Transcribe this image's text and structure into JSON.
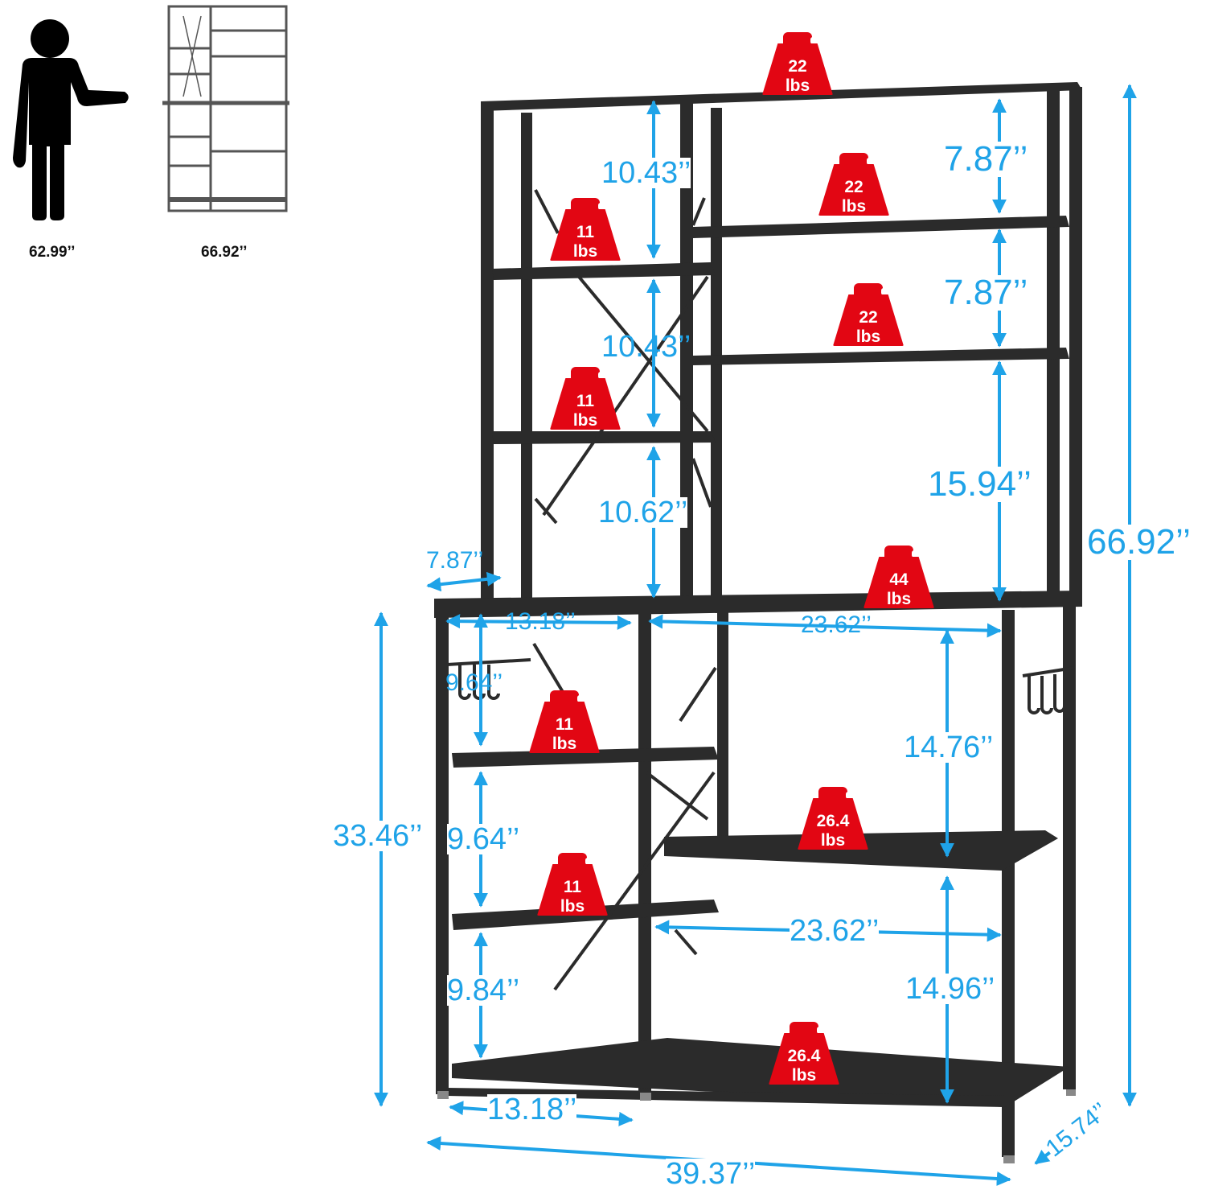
{
  "comparison": {
    "person_height": "62.99’’",
    "shelf_height": "66.92’’",
    "person_icon": "person-silhouette-icon",
    "shelf_icon": "shelf-thumbnail-icon"
  },
  "colors": {
    "frame": "#2b2b2b",
    "dimension": "#1fa3e8",
    "weight_badge": "#e20613"
  },
  "dimensions": {
    "top_left_1": "10.43’’",
    "top_left_2": "10.43’’",
    "top_left_3": "10.62’’",
    "top_right_1": "7.87’’",
    "top_right_2": "7.87’’",
    "top_right_3": "15.94’’",
    "total_height": "66.92’’",
    "hutch_depth": "7.87’’",
    "counter_left_width": "13.18’’",
    "counter_right_width": "23.62’’",
    "lower_left_1": "9.64’’",
    "lower_left_2": "9.64’’",
    "lower_left_3": "9.84’’",
    "lower_right_1": "14.76’’",
    "lower_right_2": "14.96’’",
    "lower_mid_width": "23.62’’",
    "base_height": "33.46’’",
    "bottom_left_width": "13.18’’",
    "total_width": "39.37’’",
    "total_depth": "15.74’’"
  },
  "weights": {
    "unit": "lbs",
    "top": "22",
    "right_1": "22",
    "right_2": "22",
    "left_1": "11",
    "left_2": "11",
    "counter": "44",
    "lower_left_1": "11",
    "lower_left_2": "11",
    "lower_right_1": "26.4",
    "lower_right_2": "26.4"
  }
}
